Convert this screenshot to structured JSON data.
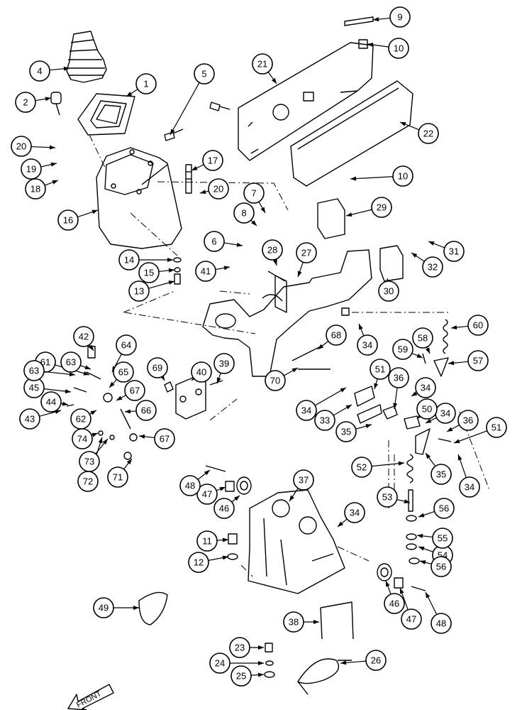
{
  "callouts": [
    "1",
    "2",
    "4",
    "5",
    "6",
    "7",
    "8",
    "9",
    "10",
    "10b",
    "11",
    "12",
    "13",
    "14",
    "15",
    "16",
    "17",
    "18",
    "19",
    "20",
    "20b",
    "21",
    "22",
    "23",
    "24",
    "25",
    "26",
    "27",
    "28",
    "29",
    "30",
    "31",
    "32",
    "33",
    "34",
    "34b",
    "34c",
    "34d",
    "34e",
    "34f",
    "35",
    "35b",
    "36",
    "36b",
    "37",
    "38",
    "39",
    "40",
    "41",
    "42",
    "43",
    "44",
    "45",
    "46",
    "46b",
    "47",
    "47b",
    "48",
    "48b",
    "49",
    "50",
    "51",
    "51b",
    "52",
    "53",
    "54",
    "55",
    "56",
    "56b",
    "57",
    "58",
    "59",
    "60",
    "61",
    "62",
    "63",
    "63b",
    "64",
    "65",
    "66",
    "67",
    "67b",
    "68",
    "69",
    "70",
    "71",
    "72",
    "73",
    "74"
  ],
  "labels": {
    "1": "1",
    "2": "2",
    "4": "4",
    "5": "5",
    "6": "6",
    "7": "7",
    "8": "8",
    "9": "9",
    "10": "10",
    "10b": "10",
    "11": "11",
    "12": "12",
    "13": "13",
    "14": "14",
    "15": "15",
    "16": "16",
    "17": "17",
    "18": "18",
    "19": "19",
    "20": "20",
    "20b": "20",
    "21": "21",
    "22": "22",
    "23": "23",
    "24": "24",
    "25": "25",
    "26": "26",
    "27": "27",
    "28": "28",
    "29": "29",
    "30": "30",
    "31": "31",
    "32": "32",
    "33": "33",
    "34": "34",
    "34b": "34",
    "34c": "34",
    "34d": "34",
    "34e": "34",
    "34f": "34",
    "35": "35",
    "35b": "35",
    "36": "36",
    "36b": "36",
    "37": "37",
    "38": "38",
    "39": "39",
    "40": "40",
    "41": "41",
    "42": "42",
    "43": "43",
    "44": "44",
    "45": "45",
    "46": "46",
    "46b": "46",
    "47": "47",
    "47b": "47",
    "48": "48",
    "48b": "48",
    "49": "49",
    "50": "50",
    "51": "51",
    "51b": "51",
    "52": "52",
    "53": "53",
    "54": "54",
    "55": "55",
    "56": "56",
    "56b": "56",
    "57": "57",
    "58": "58",
    "59": "59",
    "60": "60",
    "61": "61",
    "62": "62",
    "63": "63",
    "63b": "63",
    "64": "64",
    "65": "65",
    "66": "66",
    "67": "67",
    "67b": "67",
    "68": "68",
    "69": "69",
    "70": "70",
    "71": "71",
    "72": "72",
    "73": "73",
    "74": "74"
  },
  "front_label": "FRONT",
  "line_color": "#000000",
  "bubble_fill": "#ffffff"
}
